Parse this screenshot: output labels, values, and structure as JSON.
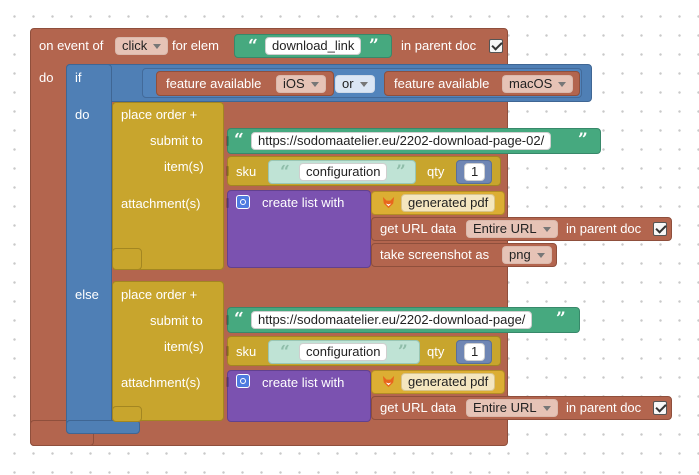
{
  "event": {
    "prefix": "on event of",
    "event_type": "click",
    "for_elem": "for elem",
    "element_id": "download_link",
    "in_parent_doc": "in parent doc",
    "do_label": "do"
  },
  "if_block": {
    "if_label": "if",
    "do_label": "do",
    "else_label": "else",
    "cond_left_label": "feature available",
    "cond_left_value": "iOS",
    "operator": "or",
    "cond_right_label": "feature available",
    "cond_right_value": "macOS"
  },
  "order1": {
    "title": "place order +",
    "submit_label": "submit to",
    "url": "https://sodomaatelier.eu/2202-download-page-02/",
    "items_label": "item(s)",
    "sku_label": "sku",
    "sku_value": "configuration",
    "qty_label": "qty",
    "qty_value": "1",
    "attachments_label": "attachment(s)",
    "create_list_label": "create list with",
    "pdf_label": "generated pdf",
    "url_data_label": "get URL data",
    "url_data_value": "Entire URL",
    "in_parent_doc": "in parent doc",
    "screenshot_label": "take screenshot as",
    "screenshot_format": "png"
  },
  "order2": {
    "title": "place order +",
    "submit_label": "submit to",
    "url": "https://sodomaatelier.eu/2202-download-page/",
    "items_label": "item(s)",
    "sku_label": "sku",
    "sku_value": "configuration",
    "qty_label": "qty",
    "qty_value": "1",
    "attachments_label": "attachment(s)",
    "create_list_label": "create list with",
    "pdf_label": "generated pdf",
    "url_data_label": "get URL data",
    "url_data_value": "Entire URL",
    "in_parent_doc": "in parent doc"
  },
  "glyphs": {
    "open_quote": "“",
    "close_quote": "”",
    "fox_icon": "fox-icon",
    "gear_icon": "gear-icon",
    "checkbox_icon": "checkbox-icon"
  },
  "colors": {
    "event": "#b3654e",
    "if": "#4f7fb5",
    "order": "#c8a52d",
    "list": "#7b52b0",
    "text": "#46a97f"
  }
}
